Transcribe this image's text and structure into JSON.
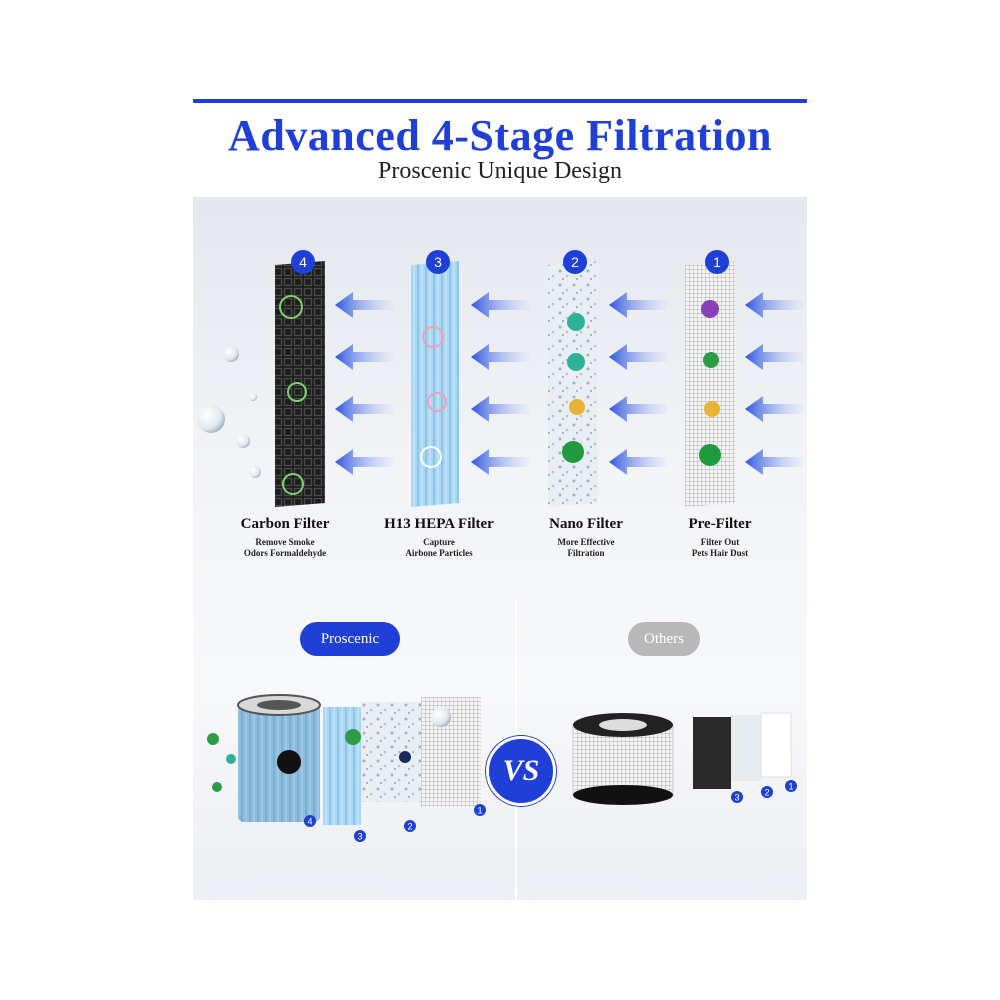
{
  "header": {
    "title": "Advanced 4-Stage Filtration",
    "subtitle": "Proscenic Unique Design"
  },
  "filters": [
    {
      "number": "4",
      "name": "Carbon Filter",
      "desc_line1": "Remove Smoke",
      "desc_line2": "Odors Formaldehyde"
    },
    {
      "number": "3",
      "name": "H13 HEPA Filter",
      "desc_line1": "Capture",
      "desc_line2": "Airbone Particles"
    },
    {
      "number": "2",
      "name": "Nano Filter",
      "desc_line1": "More Effective",
      "desc_line2": "Filtration"
    },
    {
      "number": "1",
      "name": "Pre-Filter",
      "desc_line1": "Filter Out",
      "desc_line2": "Pets Hair Dust"
    }
  ],
  "comparison": {
    "left_label": "Proscenic",
    "right_label": "Others",
    "vs_label": "VS",
    "left_layers": [
      "4",
      "3",
      "2",
      "1"
    ],
    "right_layers": [
      "3",
      "2",
      "1"
    ]
  },
  "colors": {
    "brand_blue": "#1f3fd6",
    "others_gray": "#b8b8b8"
  }
}
